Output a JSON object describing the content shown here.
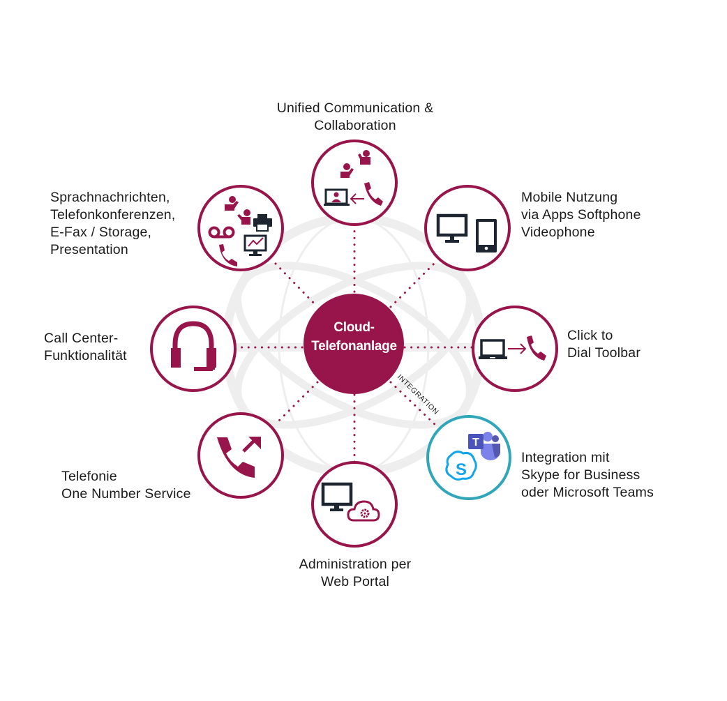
{
  "colors": {
    "primary": "#97154a",
    "dark_icon": "#1c2530",
    "teal": "#2fa6b9",
    "globe": "#eeeeee",
    "skype": "#12a6e8",
    "teams": "#5558af"
  },
  "hub": {
    "label": "Cloud-\nTelefonanlage",
    "icon": "hub-circle"
  },
  "connector_label": "INTEGRATION",
  "nodes": [
    {
      "id": "uc",
      "label": "Unified Communication &\nCollaboration",
      "icons": [
        "person-icon",
        "person-icon",
        "laptop-video-icon",
        "arrow-left-icon",
        "phone-icon"
      ]
    },
    {
      "id": "mobile",
      "label": "Mobile Nutzung\nvia Apps Softphone\nVideophone",
      "icons": [
        "monitor-icon",
        "tablet-icon"
      ]
    },
    {
      "id": "click",
      "label": "Click to\nDial Toolbar",
      "icons": [
        "laptop-icon",
        "arrow-right-icon",
        "phone-icon"
      ]
    },
    {
      "id": "integration",
      "label": "Integration mit\nSkype for Business\noder Microsoft Teams",
      "icons": [
        "teams-icon",
        "skype-icon"
      ]
    },
    {
      "id": "admin",
      "label": "Administration per\nWeb Portal",
      "icons": [
        "monitor-icon",
        "cloud-gear-icon"
      ]
    },
    {
      "id": "telefonie",
      "label": "Telefonie\nOne Number Service",
      "icons": [
        "phone-outgoing-icon"
      ]
    },
    {
      "id": "callcenter",
      "label": "Call Center-\nFunktionalität",
      "icons": [
        "headset-icon"
      ]
    },
    {
      "id": "voice",
      "label": "Sprachnachrichten,\nTelefonkonferenzen,\nE-Fax / Storage,\nPresentation",
      "icons": [
        "person-icon",
        "person-icon",
        "voicemail-icon",
        "printer-icon",
        "chart-monitor-icon",
        "phone-icon"
      ]
    }
  ]
}
